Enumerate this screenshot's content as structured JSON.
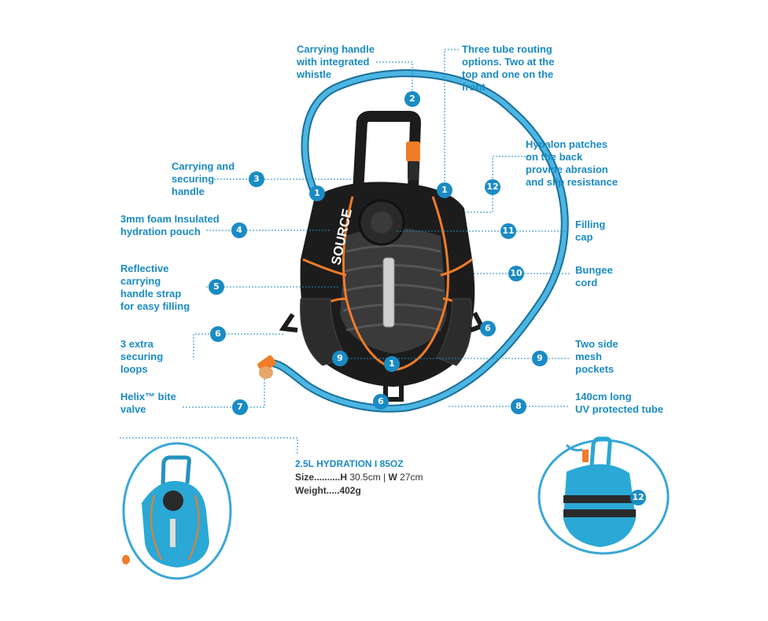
{
  "callouts": {
    "c1": "Carrying handle\nwith integrated\nwhistle",
    "c2": "Three tube routing\noptions. Two at the\ntop and one on the\nfront",
    "c3": "Carrying and\nsecuring\nhandle",
    "c4": "3mm foam Insulated\nhydration pouch",
    "c5": "Reflective\ncarrying\nhandle strap\nfor easy filling",
    "c6": "3 extra\nsecuring\nloops",
    "c7": "Helix™ bite\nvalve",
    "c8": "Hypalon patches\non the back\nprovide abrasion\nand slip resistance",
    "c9": "Filling\ncap",
    "c10": "Bungee\ncord",
    "c11": "Two side\nmesh\npockets",
    "c12": "140cm long\nUV protected tube"
  },
  "badges": {
    "n1": "1",
    "n2": "2",
    "n3": "3",
    "n4": "4",
    "n5": "5",
    "n6": "6",
    "n7": "7",
    "n8": "8",
    "n9": "9",
    "n10": "10",
    "n11": "11",
    "n12": "12"
  },
  "brand": "SOURCE",
  "specs": {
    "title": "2.5L HYDRATION  I  85OZ",
    "size_label": "Size..........",
    "size_h": "H",
    "size_value": " 30.5cm | ",
    "size_w": "W",
    "size_w_value": " 27cm",
    "weight_label": "Weight.....",
    "weight_value": "402g"
  },
  "colors": {
    "accent": "#1a8bc4",
    "tube": "#3aa7d8",
    "orange": "#f07c28",
    "bag_black": "#1c1c1c",
    "bag_blue": "#2aa8d6"
  }
}
